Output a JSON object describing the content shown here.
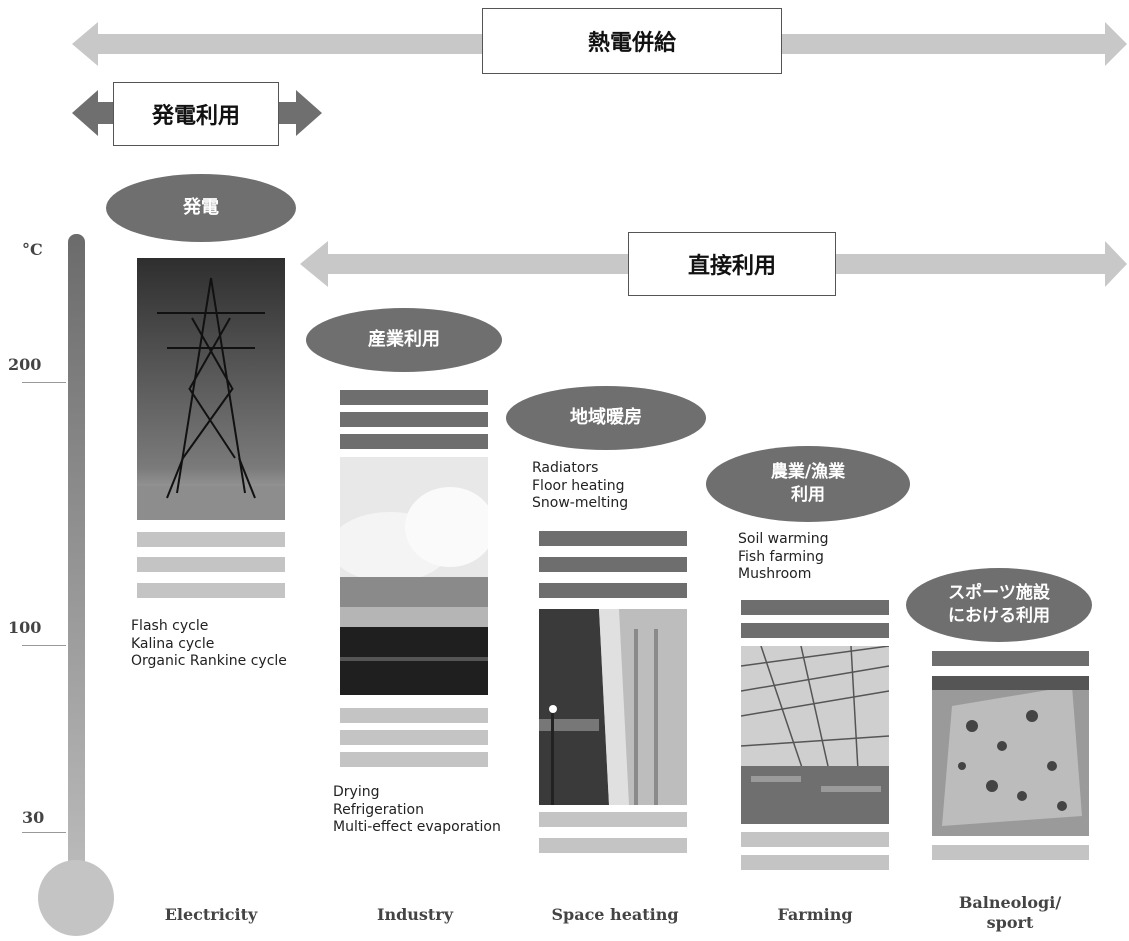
{
  "arrows": {
    "cogeneration": "熱電併給",
    "power_use": "発電利用",
    "direct_use": "直接利用"
  },
  "thermometer": {
    "unit": "°C",
    "ticks": [
      "200",
      "100",
      "30"
    ]
  },
  "categories": [
    {
      "id": "electricity",
      "bubble": "発電",
      "label": "Electricity",
      "uses": [
        "Flash cycle",
        "Kalina cycle",
        "Organic Rankine cycle"
      ],
      "photo": "transmission-tower-icon"
    },
    {
      "id": "industry",
      "bubble": "産業利用",
      "label": "Industry",
      "uses": [
        "Drying",
        "Refrigeration",
        "Multi-effect evaporation"
      ],
      "photo": "industrial-steam-icon"
    },
    {
      "id": "space-heating",
      "bubble": "地域暖房",
      "label": "Space heating",
      "uses": [
        "Radiators",
        "Floor heating",
        "Snow-melting"
      ],
      "photo": "building-icon"
    },
    {
      "id": "farming",
      "bubble": "農業/漁業\n利用",
      "label": "Farming",
      "uses": [
        "Soil warming",
        "Fish farming",
        "Mushroom"
      ],
      "photo": "greenhouse-icon"
    },
    {
      "id": "balneology",
      "bubble": "スポーツ施設\nにおける利用",
      "label": "Balneologi/\nsport",
      "uses": [],
      "photo": "pool-icon"
    }
  ],
  "colors": {
    "dark_bar": "#6e6e6e",
    "light_bar": "#c4c4c4",
    "bubble": "#6f6f6f",
    "arrow": "#c8c8c8"
  }
}
